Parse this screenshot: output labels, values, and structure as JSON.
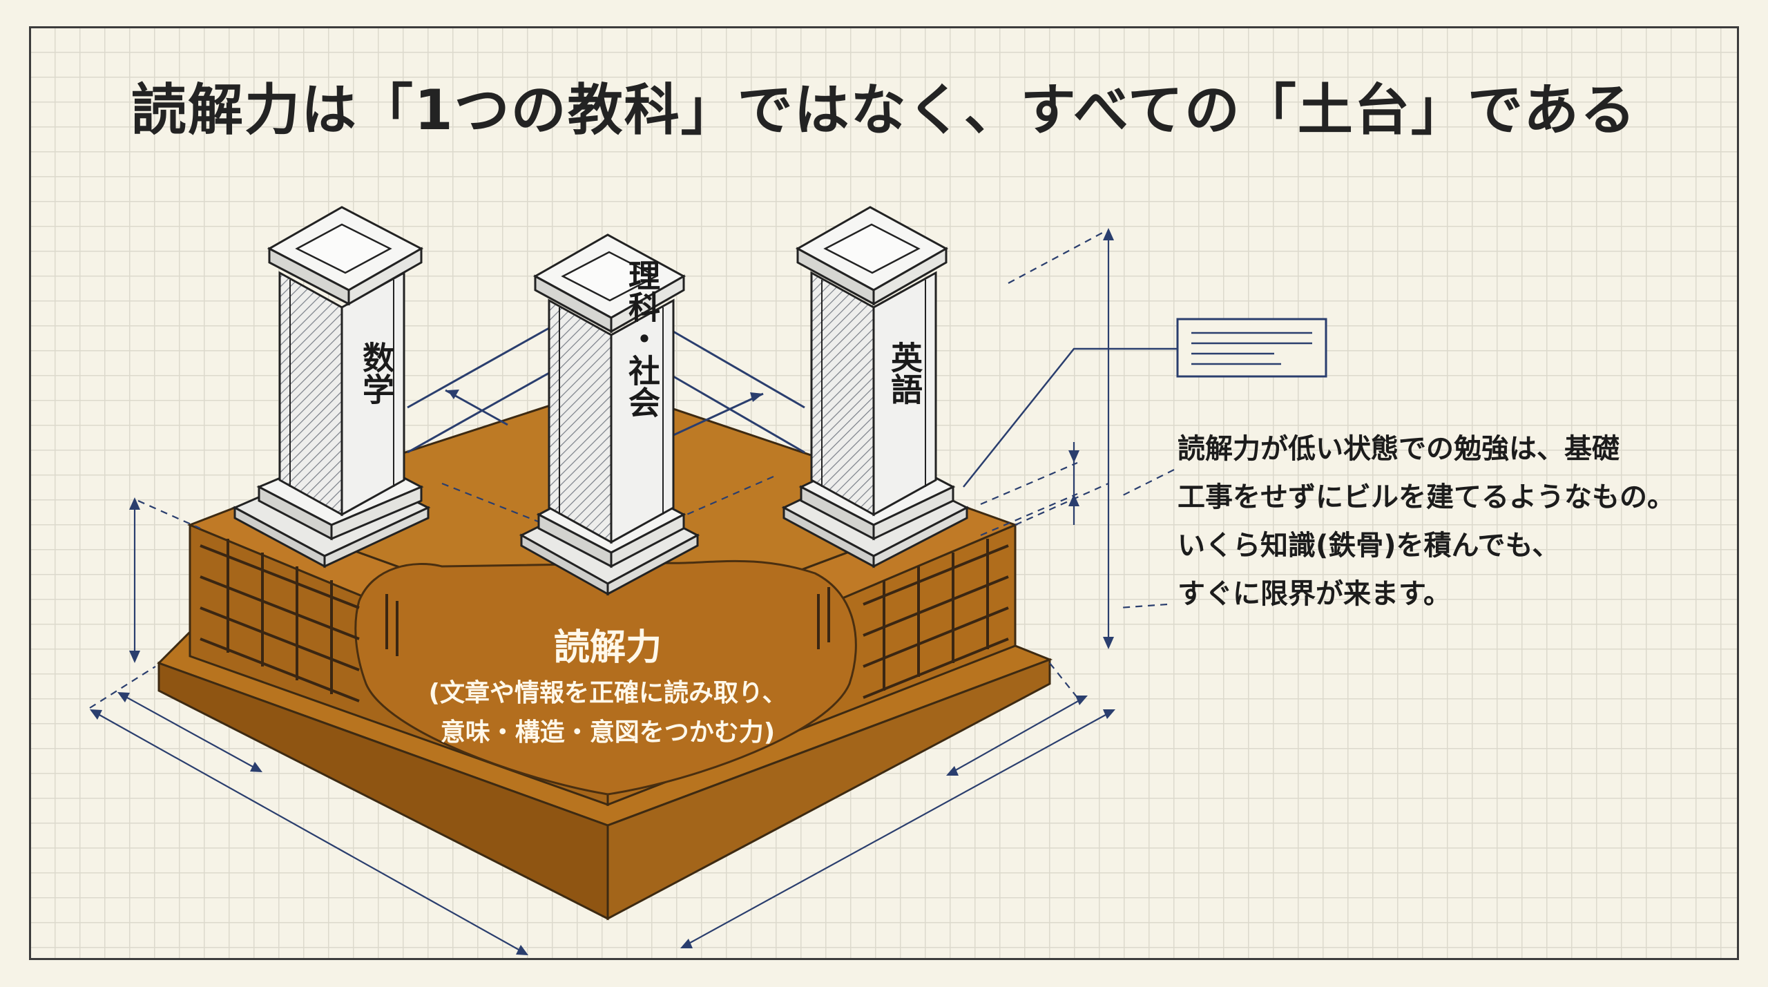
{
  "title": "読解力は「1つの教科」ではなく、すべての「土台」である",
  "pillars": [
    {
      "label": "数学"
    },
    {
      "label": "理科・社会"
    },
    {
      "label": "英語"
    }
  ],
  "foundation": {
    "label": "読解力",
    "sub_line1": "(文章や情報を正確に読み取り、",
    "sub_line2": "意味・構造・意図をつかむ力)"
  },
  "description": [
    "読解力が低い状態での勉強は、基礎",
    "工事をせずにビルを建てるようなもの。",
    "いくら知識(鉄骨)を積んでも、",
    "すぐに限界が来ます。"
  ],
  "colors": {
    "foundation": "#b8741f",
    "foundation_dark": "#8f5512",
    "foundation_side": "#a3651a",
    "blueprint_line": "#2a3e6e",
    "pillar_face": "#f1f1ef"
  }
}
